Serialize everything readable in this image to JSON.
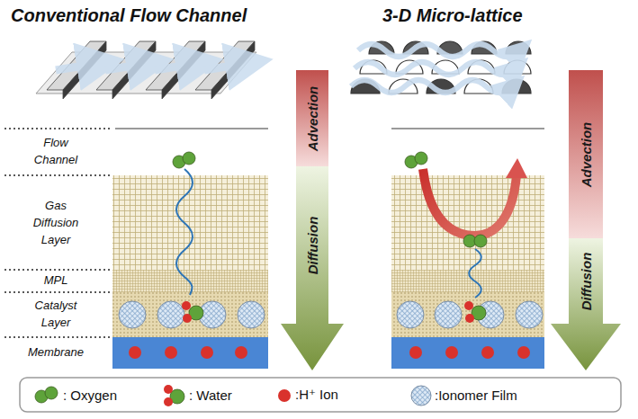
{
  "diagram": {
    "nodes": [
      {
        "text": [
          "Advection",
          "Diffusion"
        ]
      },
      {
        "text": [
          "Advection",
          "Diffusion"
        ]
      }
    ],
    "labels": [
      "Conventional Flow Channel",
      "3-D Micro-lattice",
      "Flow Channel",
      "Gas Diffusion Layer",
      "MPL",
      "Catalyst Layer",
      "Membrane"
    ],
    "legend": [
      {
        "text": ": Oxygen"
      },
      {
        "text": ": Water"
      },
      {
        "text": ":H⁺ Ion"
      },
      {
        "text": ":Ionomer Film"
      }
    ]
  }
}
